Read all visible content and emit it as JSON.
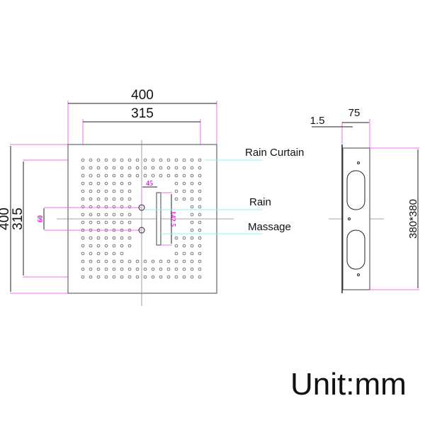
{
  "front_view": {
    "overall_width": "400",
    "spray_width": "315",
    "overall_height": "400",
    "spray_height": "315",
    "rain_offset": "45",
    "rain_spacing": "60",
    "slot_length": "142.5"
  },
  "side_view": {
    "lip": "1.5",
    "depth": "75",
    "box_size": "380*380"
  },
  "labels": {
    "rain_curtain": "Rain Curtain",
    "rain": "Rain",
    "massage": "Massage"
  },
  "unit": "Unit:mm",
  "colors": {
    "dimension_line": "#f070f0",
    "leader_line": "#90f0f0",
    "outline": "#222222"
  }
}
